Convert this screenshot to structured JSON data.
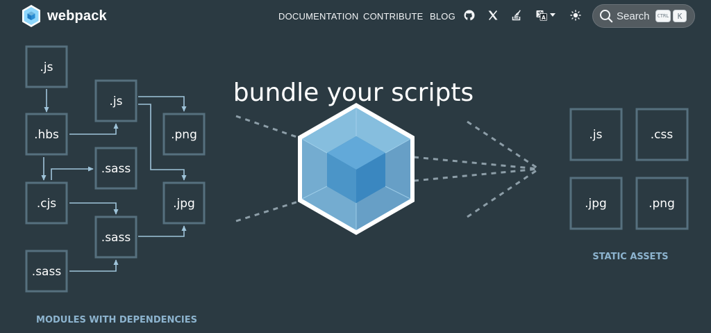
{
  "header": {
    "brand": "webpack",
    "nav": {
      "documentation": "DOCUMENTATION",
      "contribute": "CONTRIBUTE",
      "blog": "BLOG"
    },
    "icons": [
      "github-icon",
      "x-icon",
      "stack-overflow-icon",
      "language-icon",
      "theme-toggle-icon"
    ],
    "search": {
      "label": "Search",
      "kbd_ctrl": "CTRL",
      "kbd_key": "K"
    }
  },
  "hero": {
    "headline": "bundle your scripts",
    "modules": {
      "caption": "MODULES WITH DEPENDENCIES",
      "boxes": [
        ".js",
        ".hbs",
        ".cjs",
        ".sass",
        ".js",
        ".sass",
        ".sass",
        ".png",
        ".jpg"
      ]
    },
    "assets": {
      "caption": "STATIC ASSETS",
      "boxes": [
        ".js",
        ".css",
        ".jpg",
        ".png"
      ]
    }
  },
  "colors": {
    "background": "#2b3a42",
    "box_border": "#56707e",
    "arrow": "#9fc4da",
    "caption": "#8db4cf",
    "cube_outer": "#8ed6fb",
    "cube_inner": "#1c78c0"
  }
}
